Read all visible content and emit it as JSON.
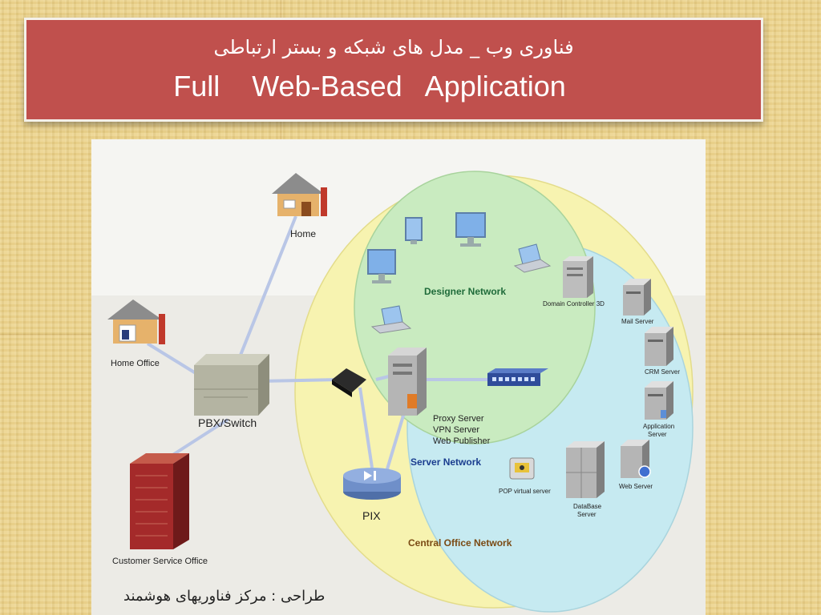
{
  "title": {
    "persian": "فناوری وب _ مدل های شبکه و بستر ارتباطی",
    "english": "Full    Web-Based   Application"
  },
  "nodes": {
    "home": "Home",
    "home_office": "Home Office",
    "pbx_switch": "PBX/Switch",
    "customer_service": "Customer Service Office",
    "pix": "PIX",
    "proxy_lines": [
      "Proxy Server",
      "VPN Server",
      "Web Publisher"
    ],
    "domain_controller": "Domain Controller 3D",
    "mail_server": "Mail Server",
    "crm_server": "CRM Server",
    "application_server": [
      "Application",
      "Server"
    ],
    "web_server": "Web Server",
    "database_server": [
      "DataBase",
      "Server"
    ],
    "pop_virtual_server": "POP virtual server"
  },
  "networks": {
    "designer": "Designer Network",
    "server": "Server Network",
    "central_office": "Central Office Network"
  },
  "colors": {
    "title_bg": "#c0504d",
    "central_office": "#f7f3b0",
    "designer": "#c9ebc0",
    "server": "#c6eaf1",
    "network_label": "#1f6b3a",
    "server_label": "#1a3d8f",
    "central_label": "#7a4a14"
  },
  "credit": "طراحی : مرکز فناوریهای هوشمند"
}
